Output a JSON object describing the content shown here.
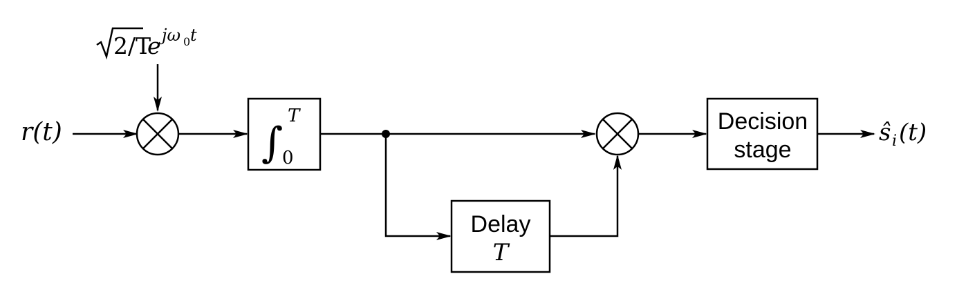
{
  "input_signal": "r(t)",
  "reference": {
    "sqrt_arg": "2/T",
    "exp_base": "e",
    "exp_power": "jω",
    "exp_sub": "0",
    "exp_power_tail": "t"
  },
  "integrator": {
    "upper_limit": "T",
    "lower_limit": "0"
  },
  "delay_block": {
    "line1": "Delay",
    "line2": "T"
  },
  "decision_block": {
    "line1": "Decision",
    "line2": "stage"
  },
  "output_signal": {
    "base": "ŝ",
    "subscript": "i",
    "arg": "(t)"
  }
}
